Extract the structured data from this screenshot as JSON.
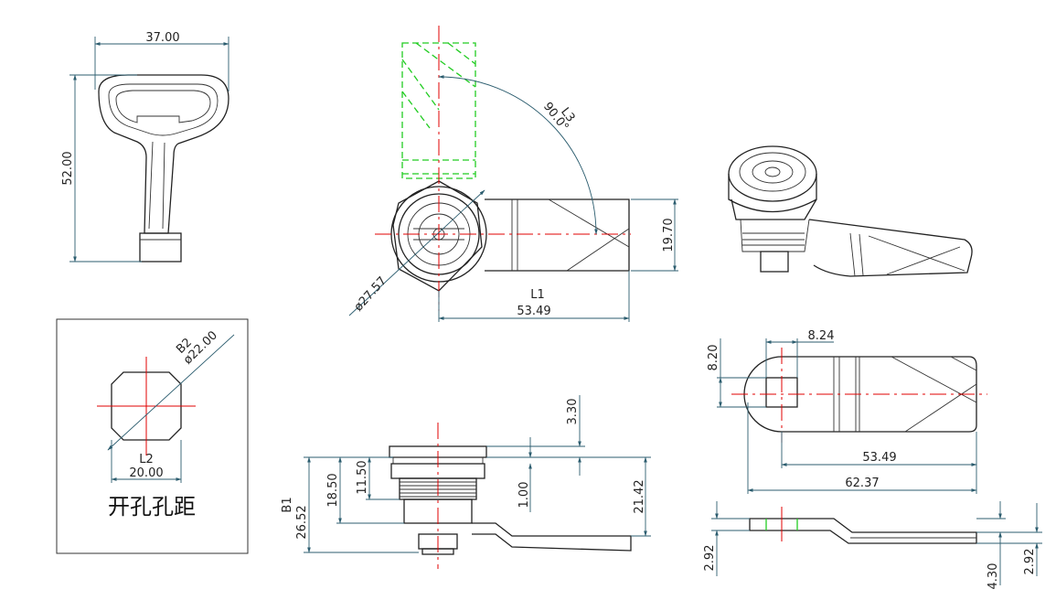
{
  "key_view": {
    "width_dim": "37.00",
    "height_dim": "52.00"
  },
  "front_view": {
    "l3_label": "L3",
    "angle_dim": "90.0°",
    "height_dim": "19.70",
    "l1_label": "L1",
    "length_dim": "53.49",
    "diameter_dim": "ø27.57"
  },
  "cutout": {
    "b2_label": "B2",
    "diameter_dim": "ø22.00",
    "l2_label": "L2",
    "width_dim": "20.00",
    "caption": "开孔孔距"
  },
  "side_view": {
    "top_offset_dim": "3.30",
    "thread_dim": "11.50",
    "body_dim": "18.50",
    "total_dim": "26.52",
    "b1_label": "B1",
    "gap_dim": "1.00",
    "right_dim": "21.42"
  },
  "top_view": {
    "square_w_dim": "8.24",
    "square_h_dim": "8.20",
    "length_dim": "53.49",
    "overall_dim": "62.37"
  },
  "cam_side_view": {
    "left_thk_dim": "2.92",
    "offset_dim": "4.30",
    "right_thk_dim": "2.92"
  }
}
